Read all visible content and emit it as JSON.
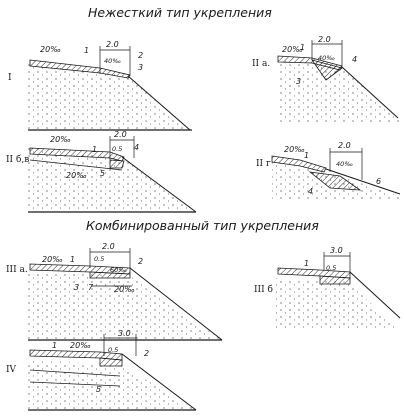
{
  "titles": {
    "nonrigid": "Нежесткий тип укрепления",
    "combined": "Комбинированный тип укрепления"
  },
  "panels": {
    "I": {
      "roman": "I",
      "slope": "20‰",
      "width": "2.0",
      "slope2": "40‰",
      "n1": "1",
      "n2": "2",
      "n3": "3"
    },
    "IIa": {
      "roman": "II а.",
      "slope": "20‰",
      "width": "2.0",
      "slope2": "40‰",
      "n1": "1",
      "n3": "3",
      "n4": "4"
    },
    "IIbv": {
      "roman": "II б,в",
      "slope": "20‰",
      "width": "2.0",
      "d": "0.5",
      "slope3": "20‰",
      "n1": "1",
      "n4": "4",
      "n5": "5"
    },
    "IIg": {
      "roman": "II г",
      "slope": "20‰",
      "width": "2.0",
      "slope2": "40‰",
      "n1": "1",
      "n4": "4",
      "n6": "6"
    },
    "IIIa": {
      "roman": "III а.",
      "width": "2.0",
      "d": "0.5",
      "slope": "20‰",
      "slope2": "60‰",
      "slope3": "20‰",
      "n1": "1",
      "n2": "2",
      "n3": "3",
      "n7": "7"
    },
    "IIIb": {
      "roman": "III б",
      "width": "3.0",
      "d": "0.5",
      "n1": "1"
    },
    "IV": {
      "roman": "IV",
      "slope": "20‰",
      "width": "3.0",
      "d": "0.5",
      "n1": "1",
      "n2": "2",
      "n5": "5"
    }
  }
}
